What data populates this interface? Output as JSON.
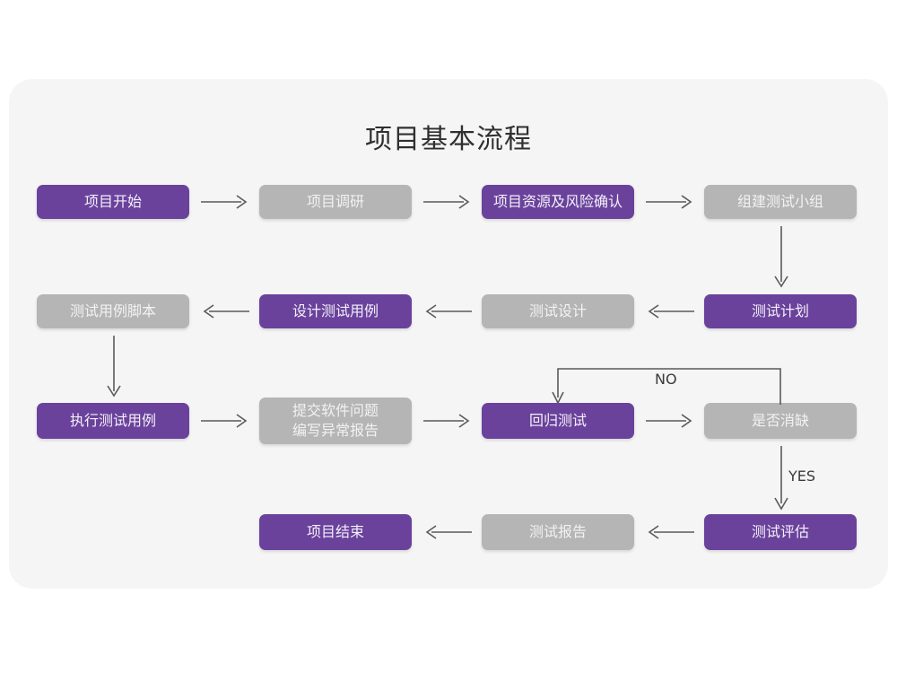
{
  "page": {
    "title": "项目基本流程",
    "background": "#ffffff",
    "card_background": "#f5f5f6"
  },
  "colors": {
    "accent_purple": "#6a429c",
    "muted_gray": "#b5b5b5",
    "arrow": "#5a5a5a",
    "title_text": "#2f2f2f"
  },
  "chart_data": {
    "type": "diagram",
    "title": "项目基本流程",
    "nodes": [
      {
        "id": "n1",
        "label": "项目开始",
        "style": "purple",
        "row": 1,
        "col": 1
      },
      {
        "id": "n2",
        "label": "项目调研",
        "style": "gray",
        "row": 1,
        "col": 2
      },
      {
        "id": "n3",
        "label": "项目资源及风险确认",
        "style": "purple",
        "row": 1,
        "col": 3
      },
      {
        "id": "n4",
        "label": "组建测试小组",
        "style": "gray",
        "row": 1,
        "col": 4
      },
      {
        "id": "n5",
        "label": "测试用例脚本",
        "style": "gray",
        "row": 2,
        "col": 1
      },
      {
        "id": "n6",
        "label": "设计测试用例",
        "style": "purple",
        "row": 2,
        "col": 2
      },
      {
        "id": "n7",
        "label": "测试设计",
        "style": "gray",
        "row": 2,
        "col": 3
      },
      {
        "id": "n8",
        "label": "测试计划",
        "style": "purple",
        "row": 2,
        "col": 4
      },
      {
        "id": "n9",
        "label": "执行测试用例",
        "style": "purple",
        "row": 3,
        "col": 1
      },
      {
        "id": "n10",
        "label": "提交软件问题\n编写异常报告",
        "style": "gray",
        "row": 3,
        "col": 2
      },
      {
        "id": "n11",
        "label": "回归测试",
        "style": "purple",
        "row": 3,
        "col": 3
      },
      {
        "id": "n12",
        "label": "是否消缺",
        "style": "gray",
        "row": 3,
        "col": 4
      },
      {
        "id": "n13",
        "label": "项目结束",
        "style": "purple",
        "row": 4,
        "col": 2
      },
      {
        "id": "n14",
        "label": "测试报告",
        "style": "gray",
        "row": 4,
        "col": 3
      },
      {
        "id": "n15",
        "label": "测试评估",
        "style": "purple",
        "row": 4,
        "col": 4
      }
    ],
    "edges": [
      {
        "from": "n1",
        "to": "n2",
        "direction": "right",
        "label": ""
      },
      {
        "from": "n2",
        "to": "n3",
        "direction": "right",
        "label": ""
      },
      {
        "from": "n3",
        "to": "n4",
        "direction": "right",
        "label": ""
      },
      {
        "from": "n4",
        "to": "n8",
        "direction": "down",
        "label": ""
      },
      {
        "from": "n8",
        "to": "n7",
        "direction": "left",
        "label": ""
      },
      {
        "from": "n7",
        "to": "n6",
        "direction": "left",
        "label": ""
      },
      {
        "from": "n6",
        "to": "n5",
        "direction": "left",
        "label": ""
      },
      {
        "from": "n5",
        "to": "n9",
        "direction": "down",
        "label": ""
      },
      {
        "from": "n9",
        "to": "n10",
        "direction": "right",
        "label": ""
      },
      {
        "from": "n10",
        "to": "n11",
        "direction": "right",
        "label": ""
      },
      {
        "from": "n11",
        "to": "n12",
        "direction": "right",
        "label": ""
      },
      {
        "from": "n12",
        "to": "n11",
        "direction": "elbow-up-left",
        "label": "NO"
      },
      {
        "from": "n12",
        "to": "n15",
        "direction": "down",
        "label": "YES"
      },
      {
        "from": "n15",
        "to": "n14",
        "direction": "left",
        "label": ""
      },
      {
        "from": "n14",
        "to": "n13",
        "direction": "left",
        "label": ""
      }
    ],
    "edge_labels": {
      "no": "NO",
      "yes": "YES"
    }
  }
}
